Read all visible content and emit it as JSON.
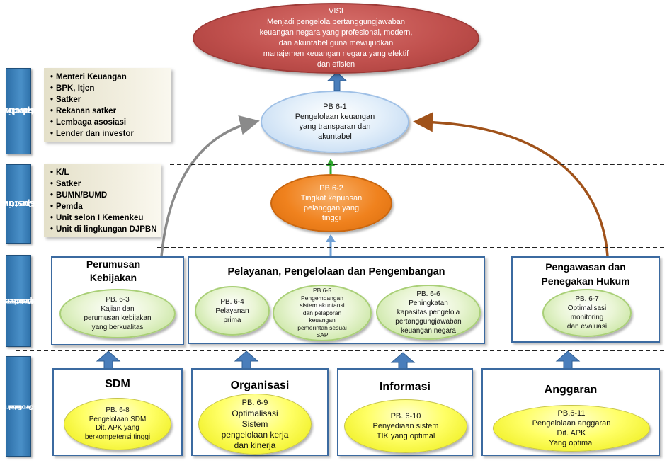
{
  "vision": {
    "title": "VISI",
    "lines": [
      "Menjadi pengelola pertanggungjawaban",
      "keuangan negara yang profesional, modern,",
      "dan akuntabel guna mewujudkan",
      "manajemen keuangan negara yang efektif",
      "dan efisien"
    ]
  },
  "perspectives": {
    "stakeholder": [
      "Stakeholder",
      "Perspective"
    ],
    "customer": [
      "Customer",
      "Perspective"
    ],
    "internal": [
      "Internal",
      "Process",
      "Perspective"
    ],
    "learning": [
      "Learning",
      "and",
      "Growth",
      "Perspective"
    ]
  },
  "stakeholder_list": [
    "Menteri  Keuangan",
    "BPK, Itjen",
    "Satker",
    "Rekanan satker",
    "Lembaga asosiasi",
    "Lender dan investor"
  ],
  "customer_list": [
    "K/L",
    "Satker",
    "BUMN/BUMD",
    "Pemda",
    "Unit selon I Kemenkeu",
    "Unit di lingkungan DJPBN"
  ],
  "pb61": {
    "code": "PB 6-1",
    "lines": [
      "Pengelolaan keuangan",
      "yang transparan dan",
      "akuntabel"
    ]
  },
  "pb62": {
    "code": "PB 6-2",
    "lines": [
      "Tingkat kepuasan",
      "pelanggan yang",
      "tinggi"
    ]
  },
  "groups": {
    "perumusan": [
      "Perumusan",
      "Kebijakan"
    ],
    "pelayanan": "Pelayanan, Pengelolaan dan Pengembangan",
    "pengawasan": [
      "Pengawasan dan",
      "Penegakan Hukum"
    ],
    "sdm": "SDM",
    "organisasi": "Organisasi",
    "informasi": "Informasi",
    "anggaran": "Anggaran"
  },
  "pb63": {
    "code": "PB. 6-3",
    "lines": [
      "Kajian dan",
      "perumusan kebijakan",
      "yang berkualitas"
    ]
  },
  "pb64": {
    "code": "PB. 6-4",
    "lines": [
      "Pelayanan",
      "prima"
    ]
  },
  "pb65": {
    "code": "PB 6-5",
    "lines": [
      "Pengembangan",
      "sistem  akuntansi",
      "dan pelaporan",
      "keuangan",
      "pemerintah sesuai",
      "SAP"
    ]
  },
  "pb66": {
    "code": "PB. 6-6",
    "lines": [
      "Peningkatan",
      "kapasitas pengelola",
      "pertanggungjawaban",
      "keuangan negara"
    ]
  },
  "pb67": {
    "code": "PB. 6-7",
    "lines": [
      "Optimalisasi",
      "monitoring",
      "dan evaluasi"
    ]
  },
  "pb68": {
    "code": "PB. 6-8",
    "lines": [
      "Pengelolaan SDM",
      "Dit. APK yang",
      "berkompetensi tinggi"
    ]
  },
  "pb69": {
    "code": "PB. 6-9",
    "lines": [
      "Optimalisasi",
      "Sistem",
      "pengelolaan kerja",
      "dan kinerja"
    ]
  },
  "pb610": {
    "code": "PB. 6-10",
    "lines": [
      "Penyediaan sistem",
      "TIK yang optimal"
    ]
  },
  "pb611": {
    "code": "PB.6-11",
    "lines": [
      "Pengelolaan anggaran",
      "Dit. APK",
      "Yang optimal"
    ]
  },
  "colors": {
    "vision_fill": "#c0504d",
    "perspective_fill": "#3b82c0",
    "pb62_fill": "#f0821e",
    "arrow_blue": "#4a7ebb",
    "arrow_grey": "#8a8a8a",
    "arrow_brown": "#a0521a",
    "arrow_green": "#2eaa2e"
  }
}
